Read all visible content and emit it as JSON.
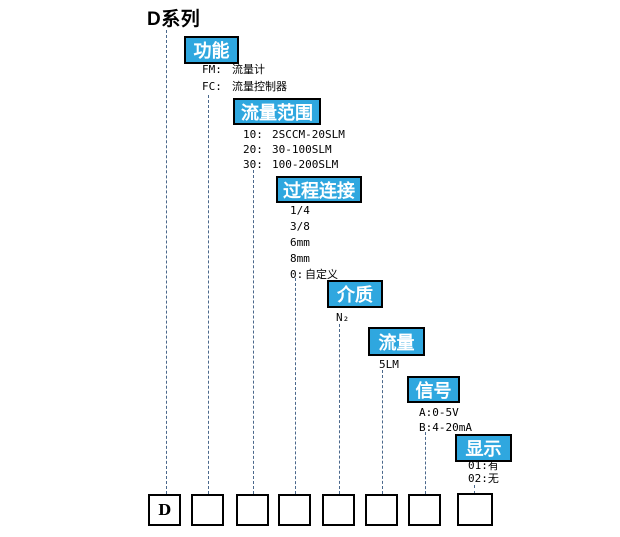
{
  "title": "D系列",
  "fields": [
    {
      "label": "功能",
      "options": [
        {
          "code": "FM:",
          "desc": "流量计"
        },
        {
          "code": "FC:",
          "desc": "流量控制器"
        }
      ]
    },
    {
      "label": "流量范围",
      "options": [
        {
          "code": "10:",
          "desc": "2SCCM-20SLM"
        },
        {
          "code": "20:",
          "desc": "30-100SLM"
        },
        {
          "code": "30:",
          "desc": "100-200SLM"
        }
      ]
    },
    {
      "label": "过程连接",
      "options": [
        {
          "code": "1/4"
        },
        {
          "code": "3/8"
        },
        {
          "code": "6mm"
        },
        {
          "code": "8mm"
        },
        {
          "code": "0:",
          "desc": "自定义"
        }
      ]
    },
    {
      "label": "介质",
      "options": [
        {
          "code": "N₂"
        }
      ]
    },
    {
      "label": "流量",
      "options": [
        {
          "code": "5LM"
        }
      ]
    },
    {
      "label": "信号",
      "options": [
        {
          "code": "A:0-5V"
        },
        {
          "code": "B:4-20mA"
        }
      ]
    },
    {
      "label": "显示",
      "options": [
        {
          "code": "01:有"
        },
        {
          "code": "02:无"
        }
      ]
    }
  ],
  "code_boxes": {
    "values": [
      "D",
      "",
      "",
      "",
      "",
      "",
      "",
      ""
    ]
  },
  "colors": {
    "label_box_fill": "#2FA7DF",
    "label_box_border": "#000000",
    "dash_line": "#4A688C",
    "text": "#000000"
  }
}
